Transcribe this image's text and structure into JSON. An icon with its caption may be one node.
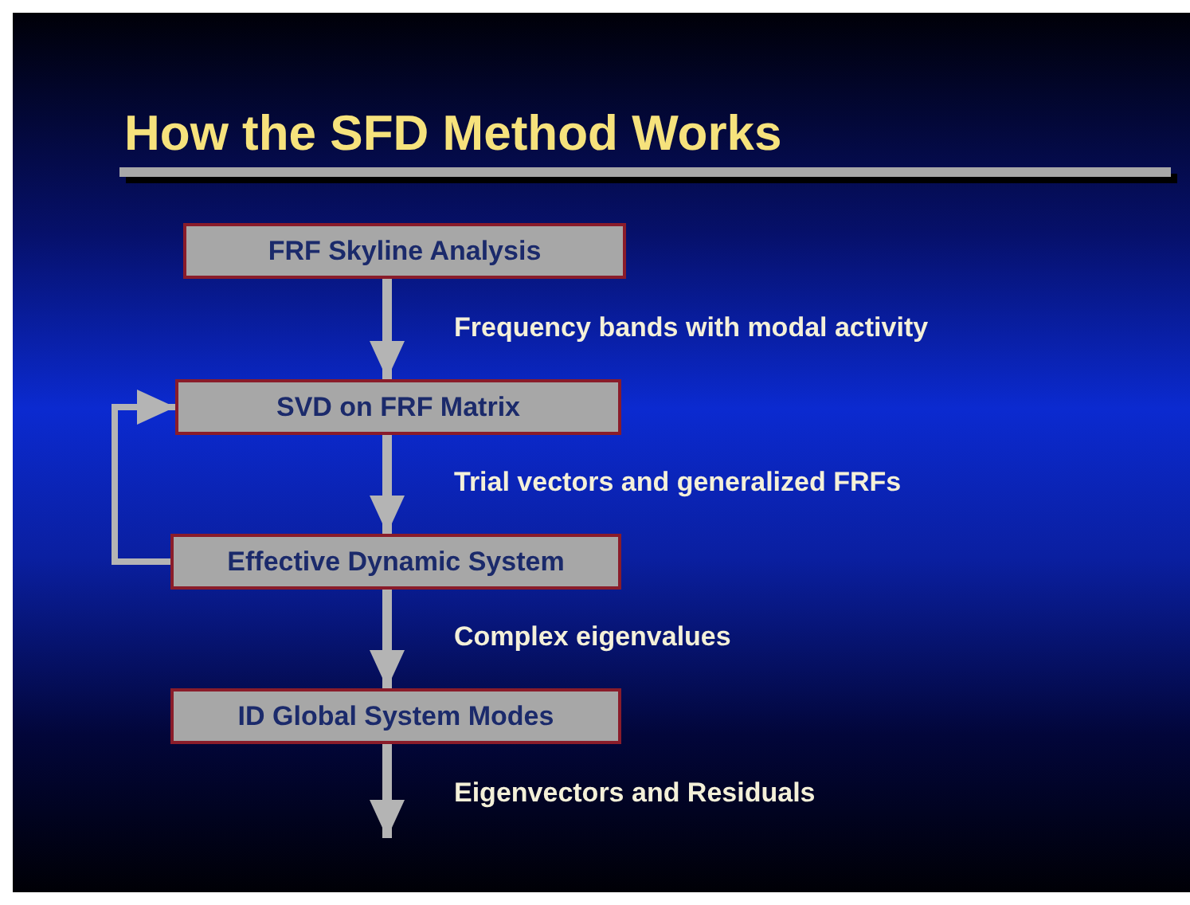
{
  "diagram": {
    "title": "How the SFD Method Works",
    "nodes": [
      {
        "text": [
          "FRF Skyline Analysis"
        ]
      },
      {
        "text": [
          "SVD on FRF Matrix"
        ]
      },
      {
        "text": [
          "Effective Dynamic System"
        ]
      },
      {
        "text": [
          "ID Global System Modes"
        ]
      }
    ],
    "edges": [
      {
        "from": 0,
        "to": 1,
        "arrow": "to",
        "label": "Frequency bands with modal activity"
      },
      {
        "from": 1,
        "to": 2,
        "arrow": "to",
        "label": "Trial vectors and generalized FRFs"
      },
      {
        "from": 2,
        "to": 1,
        "arrow": "to"
      },
      {
        "from": 2,
        "to": 3,
        "arrow": "to",
        "label": "Complex eigenvalues"
      },
      {
        "from": 3,
        "to": null,
        "arrow": "to",
        "label": "Eigenvectors and Residuals"
      }
    ]
  }
}
